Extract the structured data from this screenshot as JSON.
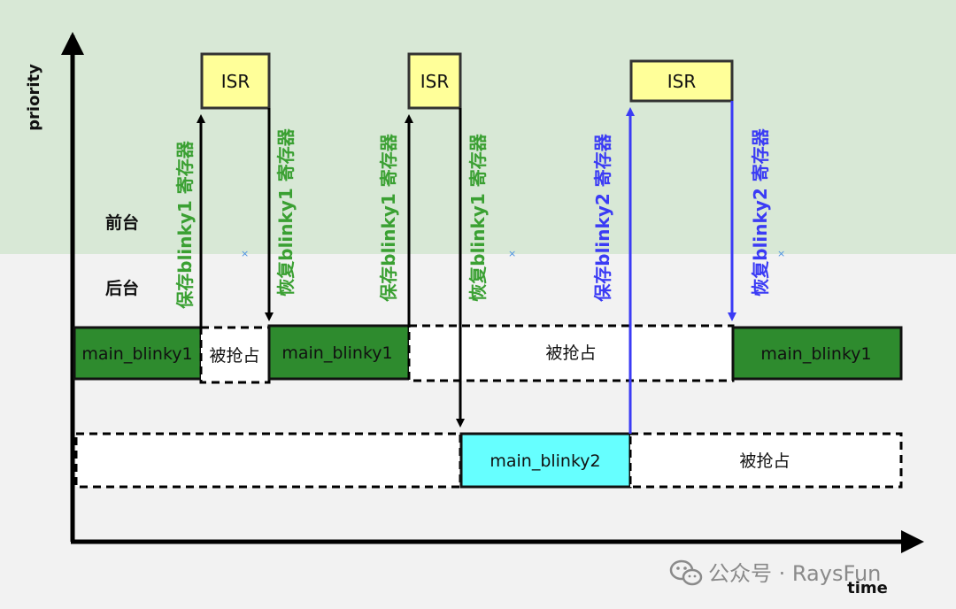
{
  "axes": {
    "y_label": "priority",
    "x_label": "time"
  },
  "zones": {
    "foreground": "前台",
    "background": "后台"
  },
  "tasks": {
    "blinky1_a": "main_blinky1",
    "blinky1_b": "main_blinky1",
    "blinky1_c": "main_blinky1",
    "blinky2": "main_blinky2",
    "preempted_1": "被抢占",
    "preempted_2": "被抢占",
    "preempted_3": "被抢占"
  },
  "isr": {
    "isr_1": "ISR",
    "isr_2": "ISR",
    "isr_3": "ISR"
  },
  "transitions": {
    "save_1": "保存blinky1 寄存器",
    "restore_1": "恢复blinky1 寄存器",
    "save_2": "保存blinky1 寄存器",
    "restore_2": "恢复blinky1 寄存器",
    "save_3": "保存blinky2 寄存器",
    "restore_3": "恢复blinky2 寄存器"
  },
  "watermark": {
    "text": "公众号 · RaysFun",
    "icon": "wechat-icon"
  },
  "colors": {
    "foreground_band": "#d8e8d6",
    "background_band": "#f2f2f2",
    "task_green": "#2e8b2e",
    "task_cyan": "#66ffff",
    "isr_yellow": "#ffff99",
    "label_green": "#3aa032",
    "label_blue": "#3b3bf5"
  }
}
